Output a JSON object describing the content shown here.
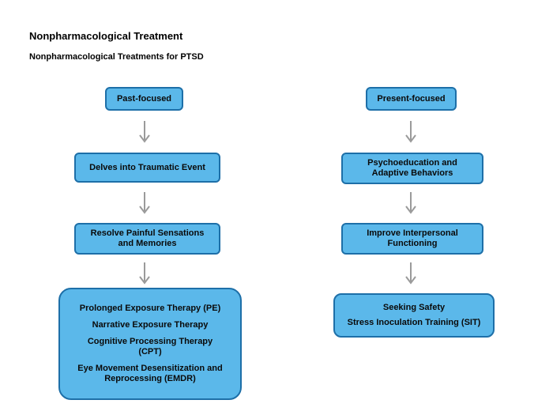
{
  "header": {
    "title": "Nonpharmacological Treatment",
    "subtitle": "Nonpharmacological Treatments for PTSD"
  },
  "left_column": {
    "nodes": [
      {
        "lines": [
          "Past-focused"
        ]
      },
      {
        "lines": [
          "Delves into Traumatic Event"
        ]
      },
      {
        "lines": [
          "Resolve Painful Sensations",
          "and Memories"
        ]
      },
      {
        "lines": [
          "Prolonged Exposure Therapy (PE)",
          "Narrative Exposure Therapy",
          "Cognitive Processing Therapy",
          "(CPT)",
          "Eye Movement Desensitization and",
          "Reprocessing (EMDR)"
        ]
      }
    ]
  },
  "right_column": {
    "nodes": [
      {
        "lines": [
          "Present-focused"
        ]
      },
      {
        "lines": [
          "Psychoeducation and",
          "Adaptive Behaviors"
        ]
      },
      {
        "lines": [
          "Improve Interpersonal",
          "Functioning"
        ]
      },
      {
        "lines": [
          "Seeking Safety",
          "Stress Inoculation Training (SIT)"
        ]
      }
    ]
  },
  "colors": {
    "box_fill": "#5bb8ea",
    "box_border": "#1d6fa8",
    "arrow": "#9a9a9a"
  }
}
